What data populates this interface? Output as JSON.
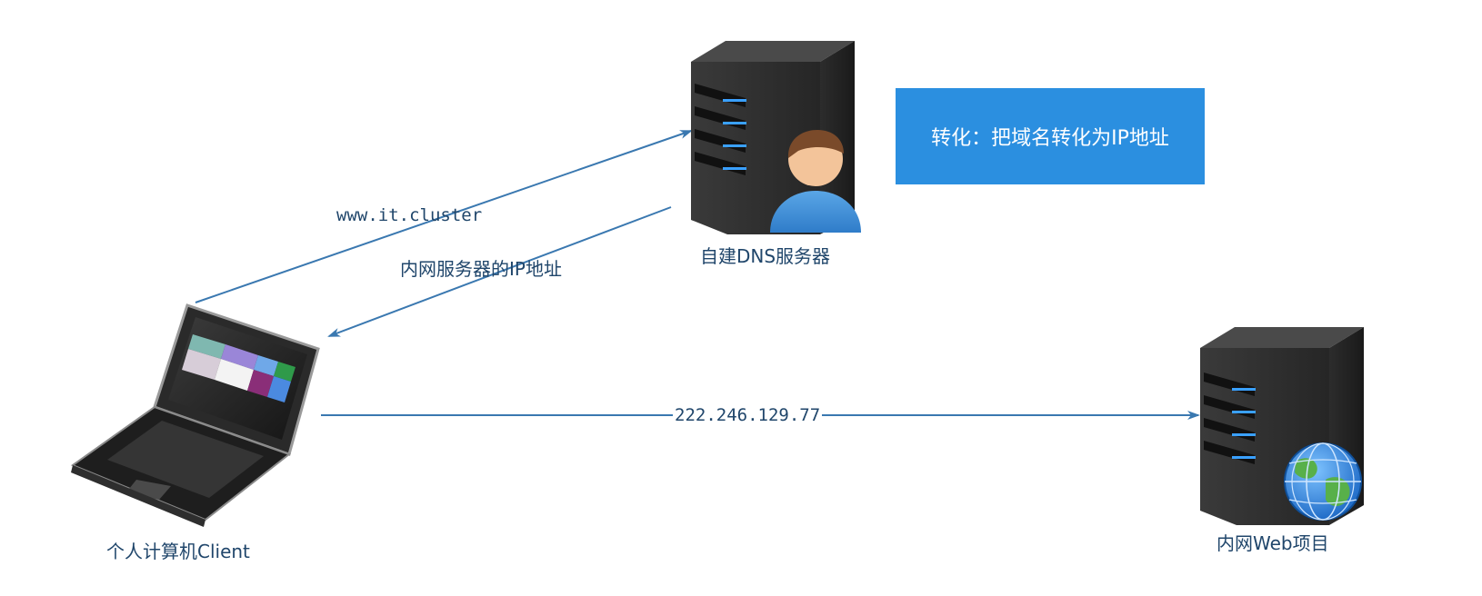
{
  "colors": {
    "arrow": "#3a78b0",
    "callout_bg": "#2b8fe0",
    "label_text": "#20466b"
  },
  "client": {
    "label": "个人计算机Client",
    "icon": "laptop-icon"
  },
  "dns_server": {
    "label": "自建DNS服务器",
    "icon": "server-with-person-icon"
  },
  "web_server": {
    "label": "内网Web项目",
    "icon": "server-with-globe-icon"
  },
  "callout": {
    "text": "转化：把域名转化为IP地址"
  },
  "edges": {
    "query": "www.it.cluster",
    "reply": "内网服务器的IP地址",
    "request": "222.246.129.77"
  }
}
